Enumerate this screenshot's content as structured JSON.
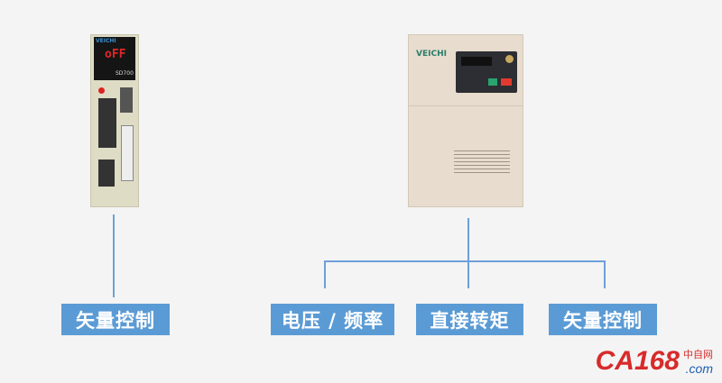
{
  "devices": {
    "servo": {
      "brand": "VEICHI",
      "display": "oFF",
      "model": "SD700"
    },
    "inverter": {
      "brand": "VEICHI"
    }
  },
  "labels": {
    "servo_control": "矢量控制",
    "vf_control": "电压 / 频率",
    "direct_torque": "直接转矩",
    "vector_control": "矢量控制"
  },
  "watermark": {
    "main": "CA168",
    "cn": "中自网",
    "domain": ".com"
  },
  "colors": {
    "line": "#6f9fd8",
    "label_bg": "#5b9bd5"
  }
}
